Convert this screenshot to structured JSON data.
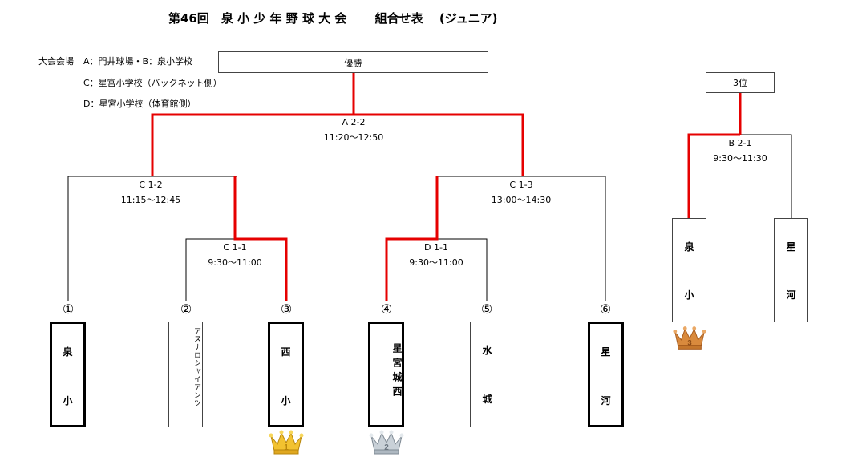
{
  "title": "第46回　泉 小 少 年 野 球 大 会　　 組合せ表　 (ジュニア)",
  "venues": {
    "heading": "大会会場",
    "line1": "A：門井球場・B：泉小学校",
    "line2": "C：星宮小学校（バックネット側）",
    "line3": "D：星宮小学校（体育館側）"
  },
  "champion_label": "優勝",
  "third_label": "3位",
  "matches": {
    "final": {
      "code": "A 2-2",
      "time": "11:20〜12:50"
    },
    "semi_left": {
      "code": "C 1-2",
      "time": "11:15〜12:45"
    },
    "semi_right": {
      "code": "C 1-3",
      "time": "13:00〜14:30"
    },
    "r1_left": {
      "code": "C 1-1",
      "time": "9:30〜11:00"
    },
    "r1_right": {
      "code": "D 1-1",
      "time": "9:30〜11:00"
    },
    "third": {
      "code": "B 2-1",
      "time": "9:30〜11:30"
    }
  },
  "seeds": [
    "①",
    "②",
    "③",
    "④",
    "⑤",
    "⑥"
  ],
  "teams": {
    "t1": {
      "a": "泉",
      "b": "小"
    },
    "t2": {
      "full": "アスナロシャイアンツ"
    },
    "t3": {
      "a": "西",
      "b": "小"
    },
    "t4": {
      "full": "星宮城西"
    },
    "t5": {
      "a": "水",
      "b": "城"
    },
    "t6": {
      "a": "星",
      "b": "河"
    },
    "third_a": {
      "a": "泉",
      "b": "小"
    },
    "third_b": {
      "a": "星",
      "b": "河"
    }
  },
  "medals": [
    {
      "place": "1",
      "label": "gold-crown",
      "color": "#f2c230"
    },
    {
      "place": "2",
      "label": "silver-crown",
      "color": "#b9c3cc"
    },
    {
      "place": "3",
      "label": "bronze-crown",
      "color": "#d98a3d"
    }
  ],
  "colors": {
    "winner_line": "#e60000",
    "line": "#000000"
  }
}
